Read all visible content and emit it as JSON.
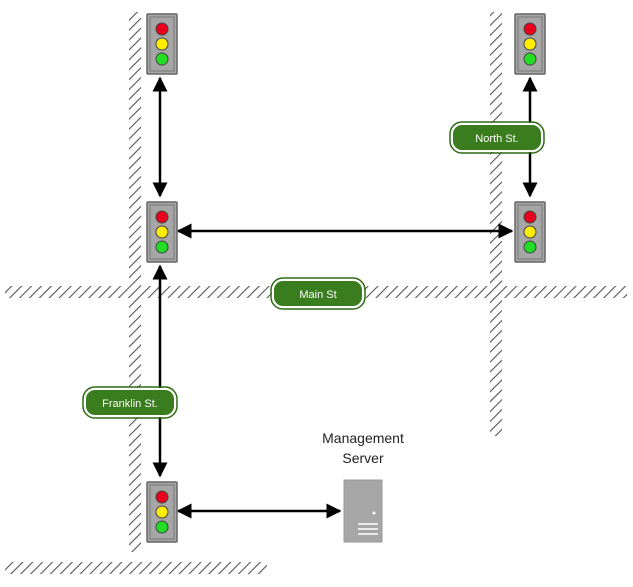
{
  "streets": {
    "main": "Main St",
    "north": "North St.",
    "franklin": "Franklin St."
  },
  "server": {
    "caption_line1": "Management",
    "caption_line2": "Server"
  },
  "colors": {
    "label_fill": "#3a7d1e",
    "label_border": "#2f6b16",
    "light_red": "#e8001c",
    "light_yellow": "#ffee00",
    "light_green": "#22dd22",
    "signal_body": "#a6a6a6",
    "server_gray": "#a6a6a6",
    "hatch": "#555555",
    "arrow": "#000000"
  },
  "icons": {
    "traffic_light": "traffic-light-icon",
    "server": "server-icon"
  }
}
